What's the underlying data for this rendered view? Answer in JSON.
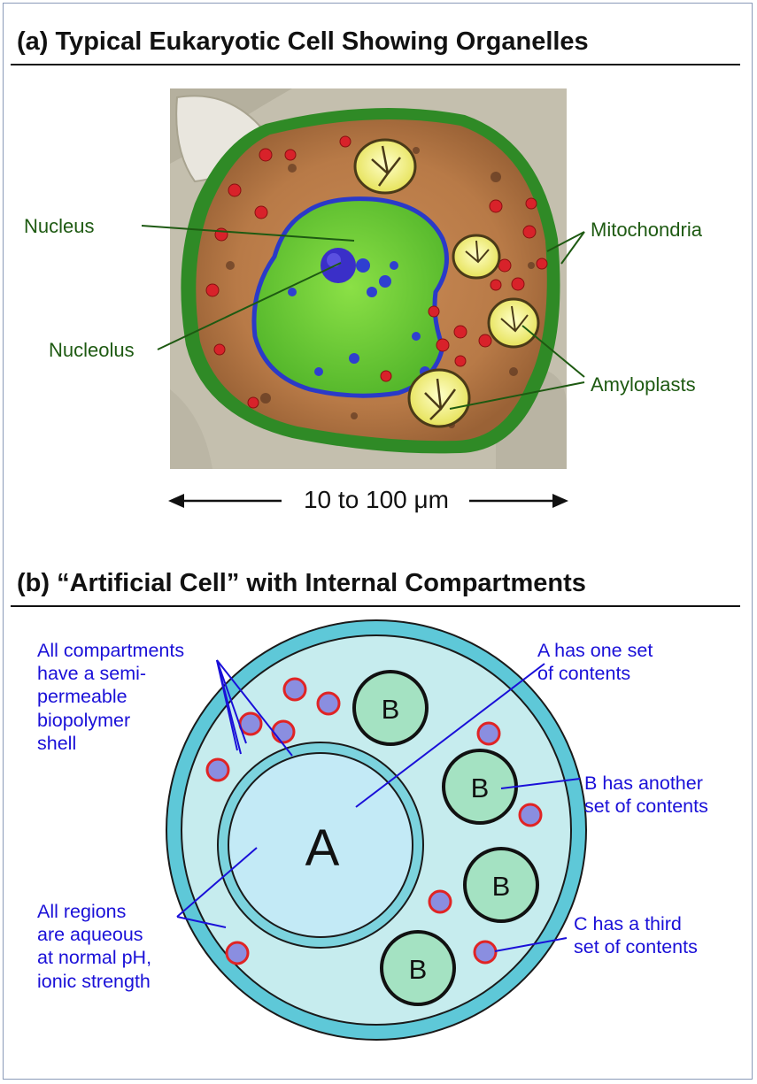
{
  "panel_a": {
    "title": "(a) Typical Eukaryotic Cell Showing Organelles",
    "labels": {
      "nucleus": "Nucleus",
      "nucleolus": "Nucleolus",
      "mitochondria": "Mitochondria",
      "amyloplasts": "Amyloplasts"
    },
    "scale": "10 to 100 μm"
  },
  "panel_b": {
    "title": "(b) “Artificial Cell” with Internal Compartments",
    "center_label": "A",
    "compartment_label": "B",
    "notes": {
      "shell": "All compartments\nhave a semi-\npermeable\nbiopolymer\nshell",
      "aqueous": "All regions\nare aqueous\nat normal pH,\nionic strength",
      "a_contents": "A has one set\nof contents",
      "b_contents": "B has another\nset of contents",
      "c_contents": "C has a third\nset of contents"
    }
  },
  "colors": {
    "title_text": "#111111",
    "green_label": "#1e5a12",
    "blue_label": "#1a10d8",
    "cell_outer": "#5ec8d8",
    "cell_inner": "#c6ecee",
    "compartment_b": "#a4e2c2",
    "vesicle_c_fill": "#8a8ee0",
    "vesicle_c_ring": "#e02424"
  }
}
